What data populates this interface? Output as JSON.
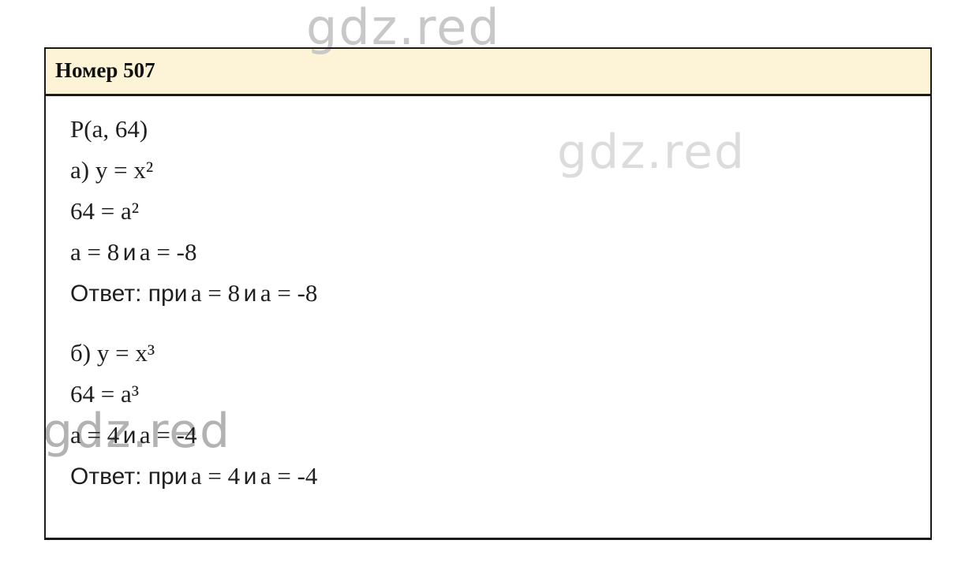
{
  "watermark": {
    "text": "gdz.red"
  },
  "header": {
    "title": "Номер 507"
  },
  "content": {
    "intro": "P(a, 64)",
    "parts": [
      {
        "equation_label": "а) y = x²",
        "substitution": "64 = a²",
        "root1": "a = 8",
        "conjunction": "и",
        "root2": "a = -8",
        "answer_prefix": "Ответ: при",
        "answer_root1": "a = 8",
        "answer_conjunction": "и",
        "answer_root2": "a = -8"
      },
      {
        "equation_label": "б) y = x³",
        "substitution": "64 = a³",
        "root1": "a = 4",
        "conjunction": "и",
        "root2": "a = -4",
        "answer_prefix": "Ответ: при",
        "answer_root1": "a = 4",
        "answer_conjunction": "и",
        "answer_root2": "a = -4"
      }
    ]
  },
  "colors": {
    "header_background": "#fdf3d6",
    "card_border": "#1a1a1a",
    "text": "#1f1f1f",
    "watermark_top": "#c8c8c8",
    "watermark_middle": "#dcdcdc",
    "watermark_bottom": "#b2b2b2"
  }
}
